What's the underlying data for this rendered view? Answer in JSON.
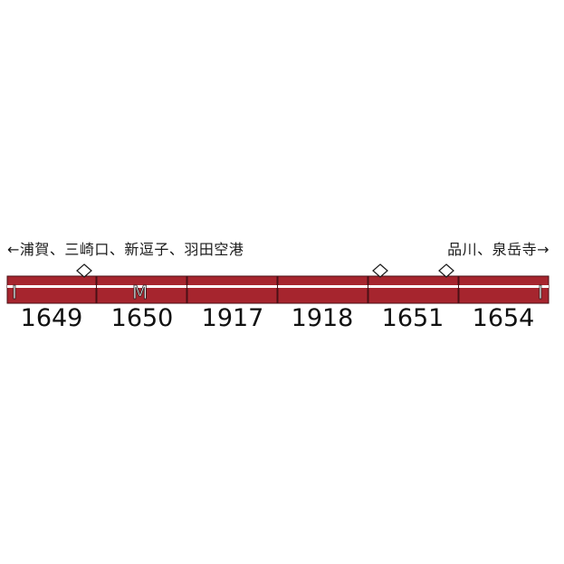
{
  "destinations": {
    "left": "←浦賀、三崎口、新逗子、羽田空港",
    "right": "品川、泉岳寺→"
  },
  "colors": {
    "body_red": "#a6252e",
    "stripe_white": "#ffffff",
    "outline": "#4a1015"
  },
  "cars": [
    {
      "number": "1649",
      "mark": "I",
      "pantograph": true
    },
    {
      "number": "1650",
      "mark": "M",
      "pantograph": false
    },
    {
      "number": "1917",
      "mark": "",
      "pantograph": false
    },
    {
      "number": "1918",
      "mark": "",
      "pantograph": false
    },
    {
      "number": "1651",
      "mark": "",
      "pantograph": true
    },
    {
      "number": "1654",
      "mark": "I",
      "pantograph": true
    }
  ]
}
